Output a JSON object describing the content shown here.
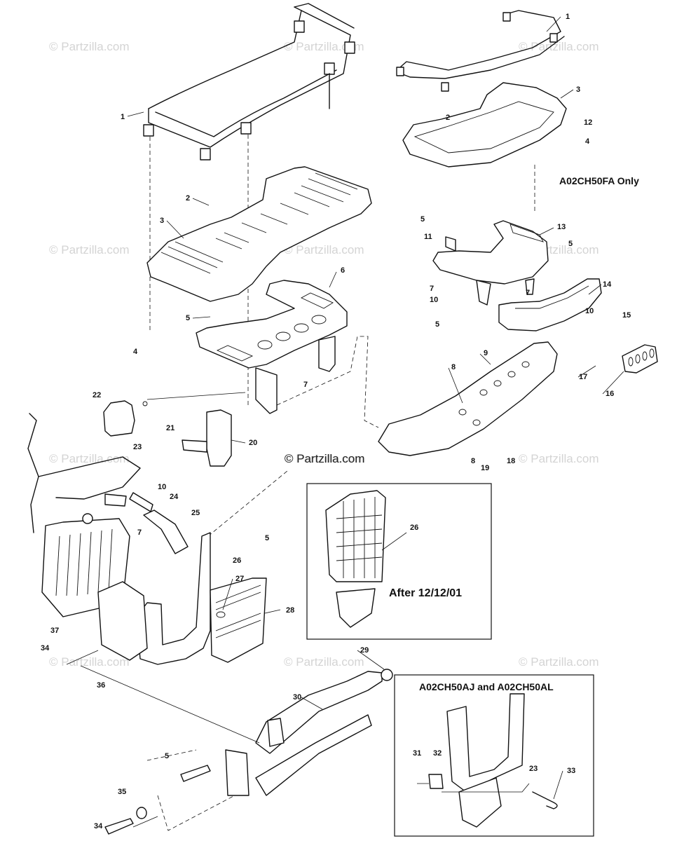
{
  "watermarks": [
    "© Partzilla.com",
    "© Partzilla.com",
    "© Partzilla.com",
    "© Partzilla.com",
    "© Partzilla.com",
    "© Partzilla.com",
    "© Partzilla.com",
    "© Partzilla.com",
    "© Partzilla.com",
    "© Partzilla.com",
    "© Partzilla.com",
    "© Partzilla.com"
  ],
  "center_watermark": "© Partzilla.com",
  "labels": {
    "fa_only": "A02CH50FA Only",
    "after_date": "After 12/12/01",
    "aj_al": "A02CH50AJ and A02CH50AL"
  },
  "callouts": [
    "1",
    "1",
    "3",
    "2",
    "12",
    "4",
    "2",
    "3",
    "4",
    "5",
    "6",
    "5",
    "11",
    "13",
    "5",
    "14",
    "7",
    "7",
    "10",
    "5",
    "10",
    "15",
    "7",
    "9",
    "8",
    "17",
    "16",
    "22",
    "21",
    "20",
    "23",
    "10",
    "8",
    "19",
    "18",
    "24",
    "25",
    "7",
    "5",
    "26",
    "27",
    "26",
    "28",
    "37",
    "34",
    "36",
    "29",
    "30",
    "5",
    "35",
    "34",
    "31",
    "32",
    "23",
    "33"
  ]
}
